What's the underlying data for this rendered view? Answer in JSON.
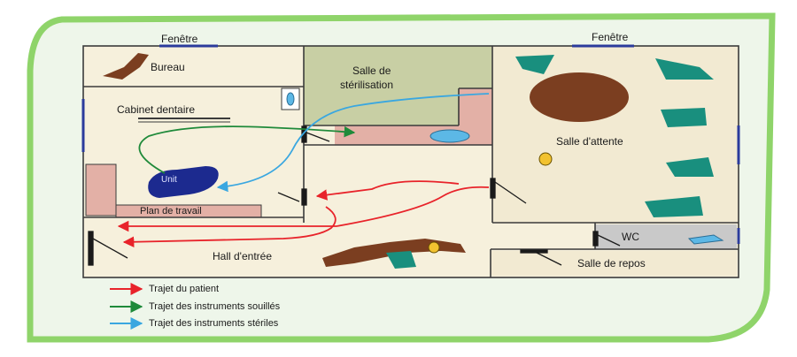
{
  "labels": {
    "fenetre_left": "Fenêtre",
    "fenetre_right": "Fenêtre",
    "bureau": "Bureau",
    "salle_sterilisation": [
      "Salle de",
      "stérilisation"
    ],
    "cabinet_dentaire": "Cabinet dentaire",
    "salle_attente": "Salle d'attente",
    "unit": "Unit",
    "plan_travail": "Plan de travail",
    "hall": "Hall d'entrée",
    "wc": "WC",
    "salle_repos": "Salle de repos"
  },
  "legend": [
    {
      "label": "Trajet du patient",
      "color": "#e8232a"
    },
    {
      "label": "Trajet des instruments souillés",
      "color": "#1f8a3a"
    },
    {
      "label": "Trajet des instruments stériles",
      "color": "#3aa7e0"
    }
  ],
  "colors": {
    "frame_green": "#8fd46a",
    "wall": "#3b3b3b",
    "sterilisation_fill": "#c8cfa4",
    "pink": "#e3b0a6",
    "waiting_fill": "#f2ead2",
    "floor": "#f6f0dc",
    "brown": "#7b3e20",
    "teal": "#198f7e",
    "navy": "#1c2a8f",
    "wc_fill": "#c9c9c9"
  }
}
